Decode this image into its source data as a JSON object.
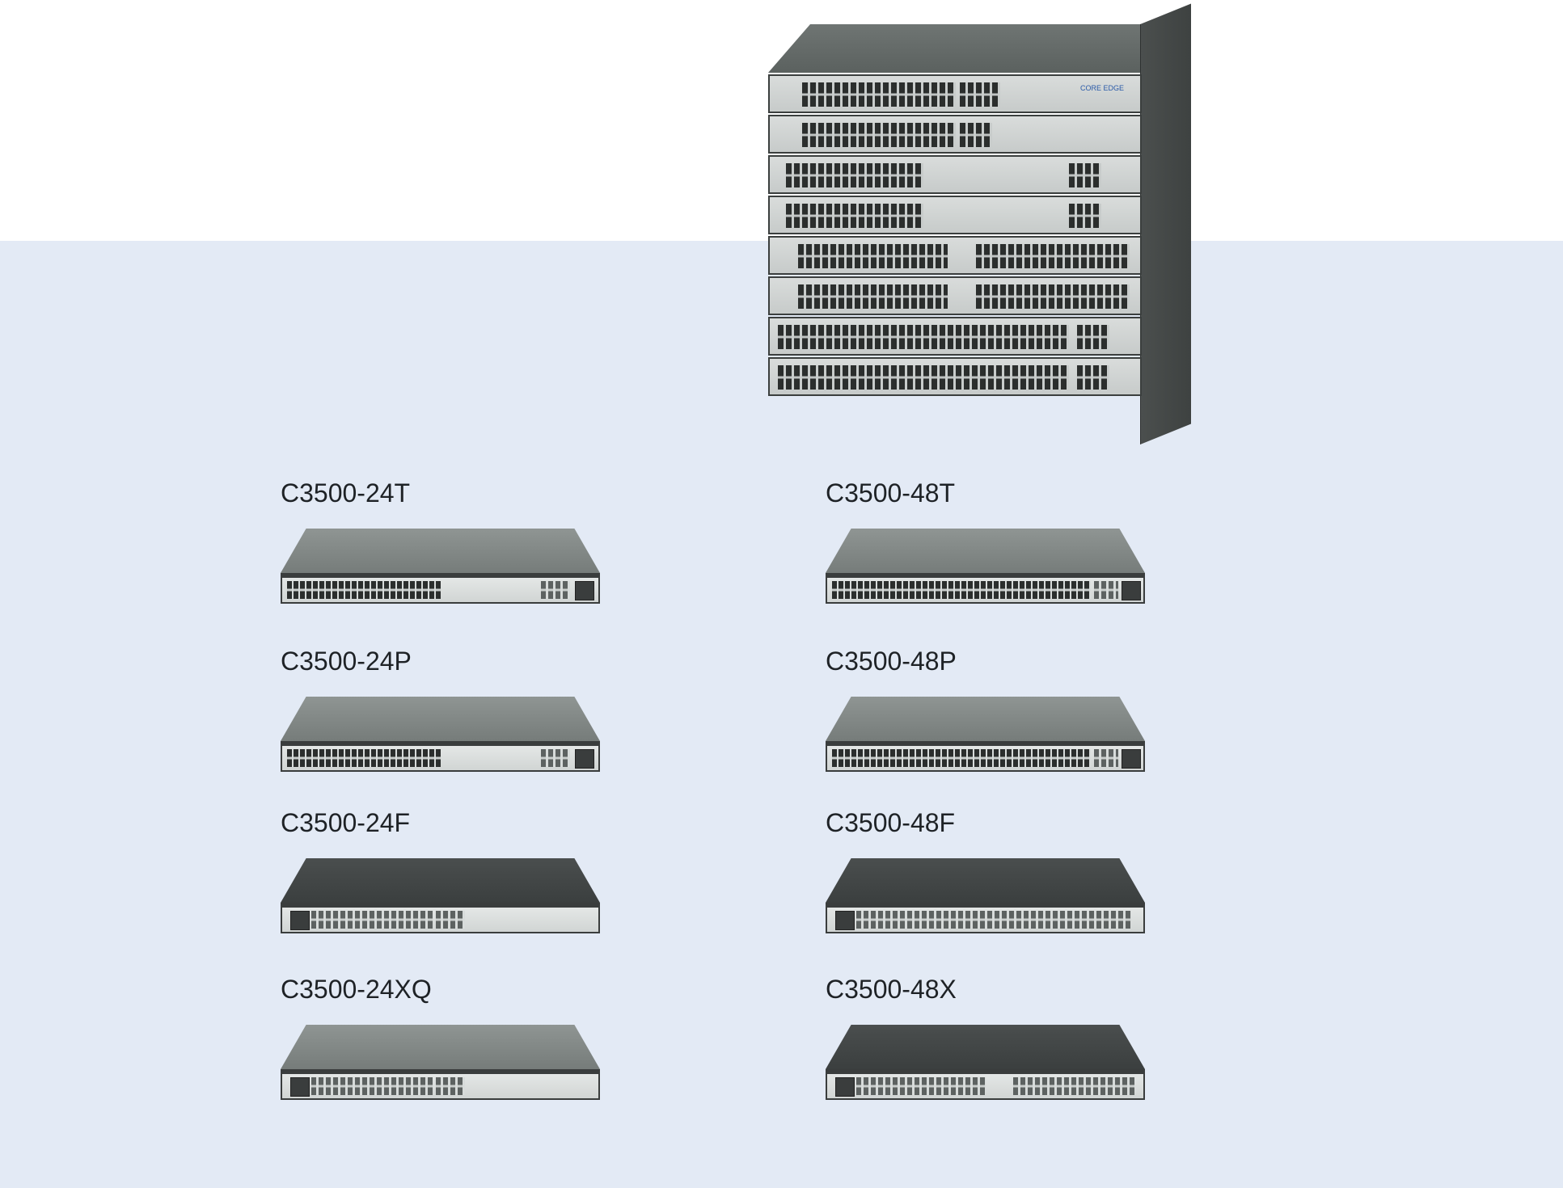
{
  "models": [
    {
      "id": "24t",
      "title": "C3500-24T",
      "style": "light"
    },
    {
      "id": "48t",
      "title": "C3500-48T",
      "style": "light"
    },
    {
      "id": "24p",
      "title": "C3500-24P",
      "style": "light"
    },
    {
      "id": "48p",
      "title": "C3500-48P",
      "style": "light"
    },
    {
      "id": "24f",
      "title": "C3500-24F",
      "style": "dark"
    },
    {
      "id": "48f",
      "title": "C3500-48F",
      "style": "dark"
    },
    {
      "id": "24xq",
      "title": "C3500-24XQ",
      "style": "light"
    },
    {
      "id": "48x",
      "title": "C3500-48X",
      "style": "dark"
    }
  ],
  "stack_logo": "CORE EDGE",
  "colors": {
    "background_band": "#e3eaf5",
    "title_text": "#1e2226",
    "logo_blue": "#2a5aa8"
  }
}
